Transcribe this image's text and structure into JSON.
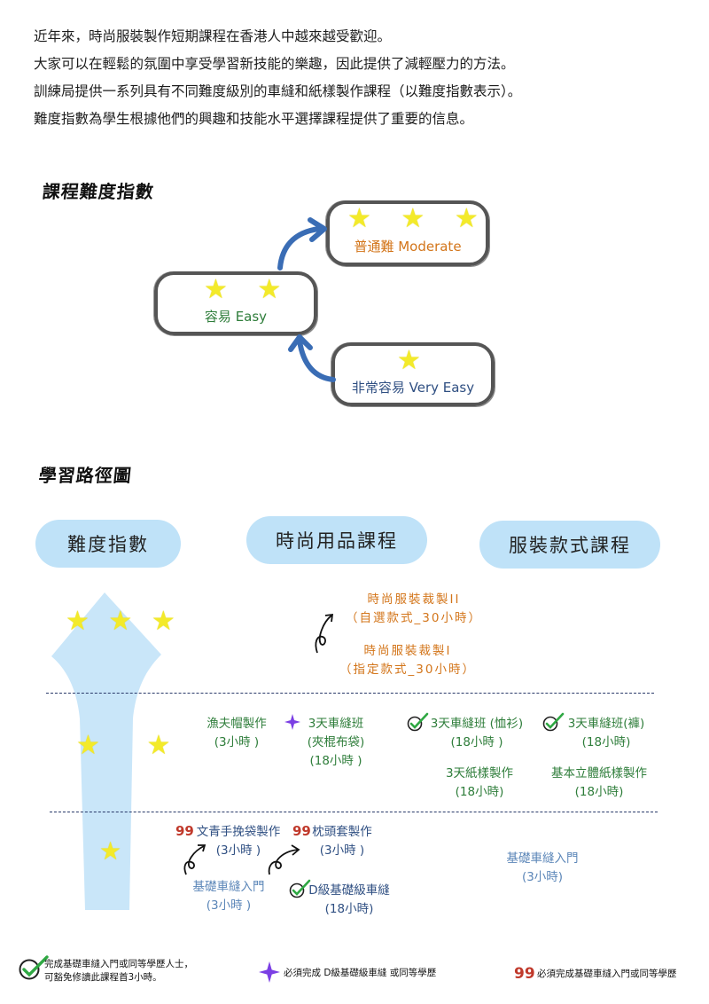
{
  "intro": [
    "近年來，時尚服裝製作短期課程在香港人中越來越受歡迎。",
    "大家可以在輕鬆的氛圍中享受學習新技能的樂趣，因此提供了減輕壓力的方法。",
    "訓練局提供一系列具有不同難度級別的車縫和紙樣製作課程（以難度指數表示）。",
    "難度指數為學生根據他們的興趣和技能水平選擇課程提供了重要的信息。"
  ],
  "difficulty_section": {
    "title": "課程難度指數",
    "levels": [
      {
        "label": "普通難  Moderate",
        "stars": "★ ★ ★",
        "color": "#d3751a"
      },
      {
        "label": "容易 Easy",
        "stars": "★ ★",
        "color": "#2e7d3a"
      },
      {
        "label": "非常容易 Very Easy",
        "stars": "★",
        "color": "#2f4f82"
      }
    ]
  },
  "roadmap": {
    "title": "學習路徑圖",
    "headers": {
      "difficulty": "難度指數",
      "accessories": "時尚用品課程",
      "garments": "服裝款式課程"
    },
    "stars": {
      "top": "★ ★ ★",
      "middle": "★   ★",
      "bottom": "★"
    },
    "courses": {
      "fashion2_title": "時尚服裝裁製II",
      "fashion2_detail": "（自選款式_30小時）",
      "fashion1_title": "時尚服裝裁製I",
      "fashion1_detail": "（指定款式_30小時）",
      "bucket_hat_title": "漁夫帽製作",
      "bucket_hat_hours": "(3小時 )",
      "tote_title": "3天車縫班",
      "tote_sub": "(夾棍布袋)",
      "tote_hours": "(18小時 )",
      "shirt_title": "3天車縫班 (恤衫)",
      "shirt_hours": "(18小時 )",
      "pants_title": "3天車縫班(褲)",
      "pants_hours": "(18小時)",
      "pattern_title": "3天紙樣製作",
      "pattern_hours": "(18小時)",
      "draping_title": "基本立體紙樣製作",
      "draping_hours": "(18小時)",
      "handbag_title": "文青手挽袋製作",
      "handbag_hours": "(3小時 )",
      "pillow_title": "枕頭套製作",
      "pillow_hours": "(3小時 )",
      "intro_left_title": "基礎車縫入門",
      "intro_left_hours": "(3小時 )",
      "d_grade_title": "D級基礎級車縫",
      "d_grade_hours": "(18小時)",
      "intro_right_title": "基礎車縫入門",
      "intro_right_hours": "(3小時)"
    },
    "icons": {
      "check": "check-icon",
      "star_burst": "purple-star-icon",
      "quote": "quote-icon"
    },
    "quote_mark": "99"
  },
  "legend": {
    "check": "完成基礎車縫入門或同等學歷人士，可豁免修讀此課程首3小時。",
    "star": "必須完成 D級基礎級車縫 或同等學歷",
    "quote": "必須完成基礎車縫入門或同等學歷"
  },
  "colors": {
    "pill": "#bfe2f8",
    "arrow": "#bfe2f8",
    "star": "#f3ea2a",
    "green": "#2e7d3a",
    "orange": "#d3751a",
    "blue_arrow": "#3a6db5",
    "purple": "#7b3fe4",
    "quote_red": "#c0392b"
  }
}
